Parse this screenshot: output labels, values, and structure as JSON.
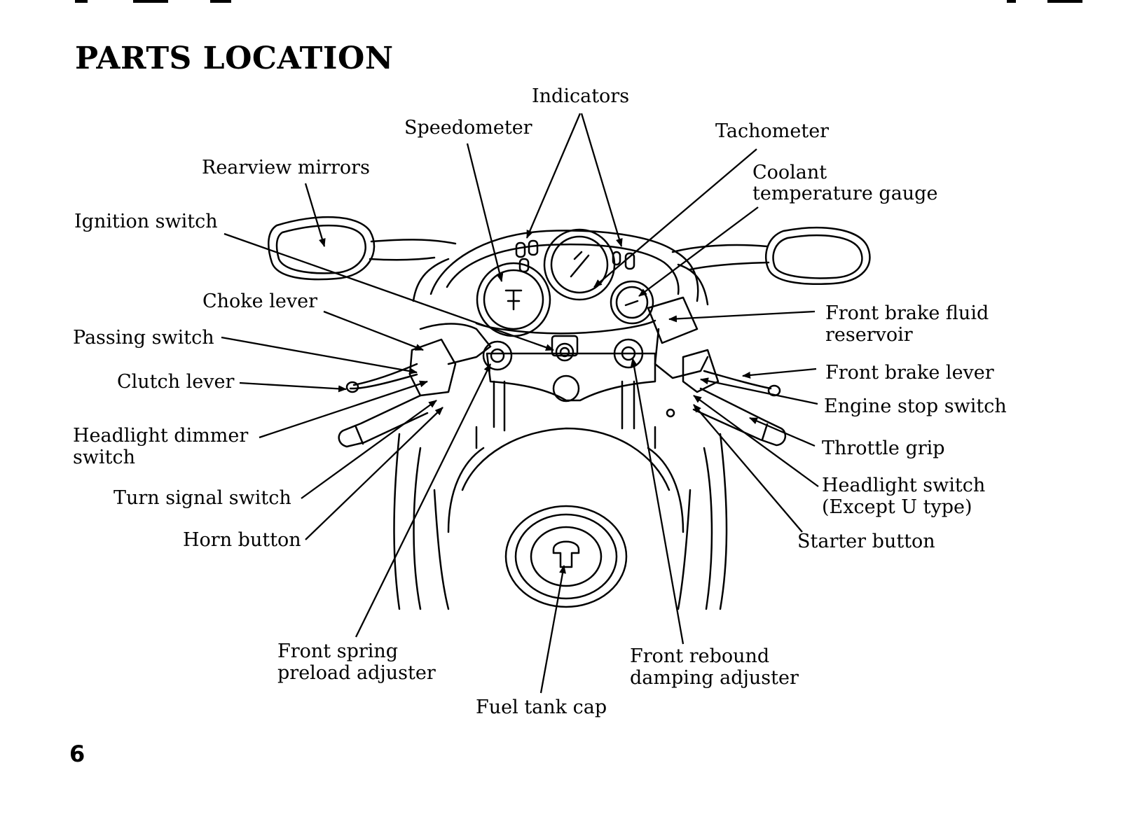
{
  "page": {
    "title": "PARTS LOCATION",
    "page_number": "6"
  },
  "labels": {
    "indicators": "Indicators",
    "speedometer": "Speedometer",
    "tachometer": "Tachometer",
    "rearview_mirrors": "Rearview mirrors",
    "coolant_line1": "Coolant",
    "coolant_line2": "temperature gauge",
    "ignition_switch": "Ignition switch",
    "choke_lever": "Choke lever",
    "passing_switch": "Passing switch",
    "clutch_lever": "Clutch lever",
    "headlight_dimmer_line1": "Headlight dimmer",
    "headlight_dimmer_line2": "switch",
    "turn_signal_switch": "Turn signal switch",
    "horn_button": "Horn button",
    "front_spring_line1": "Front spring",
    "front_spring_line2": "preload adjuster",
    "fuel_tank_cap": "Fuel tank cap",
    "front_rebound_line1": "Front rebound",
    "front_rebound_line2": "damping adjuster",
    "front_brake_fluid_line1": "Front brake fluid",
    "front_brake_fluid_line2": "reservoir",
    "front_brake_lever": "Front brake lever",
    "engine_stop_switch": "Engine stop switch",
    "throttle_grip": "Throttle grip",
    "headlight_switch_line1": "Headlight switch",
    "headlight_switch_line2": "(Except U type)",
    "starter_button": "Starter button"
  }
}
